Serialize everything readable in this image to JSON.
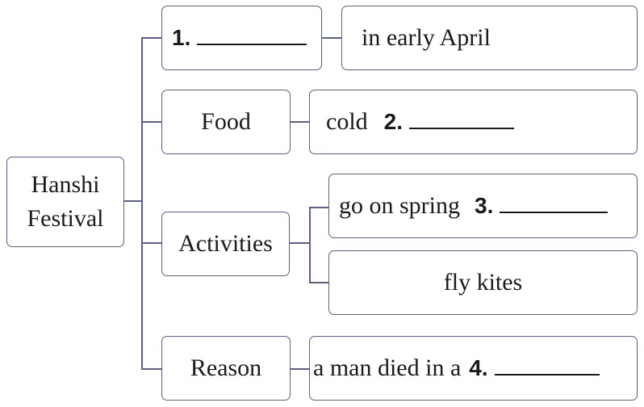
{
  "root": {
    "line1": "Hanshi",
    "line2": "Festival"
  },
  "branches": [
    {
      "number": "1.",
      "detail": "in early April"
    },
    {
      "label": "Food",
      "detail_text": "cold",
      "number": "2."
    },
    {
      "label": "Activities",
      "detail1_text": "go on spring",
      "number": "3.",
      "detail2": "fly kites"
    },
    {
      "label": "Reason",
      "detail_text": "a man died in a",
      "number": "4."
    }
  ]
}
